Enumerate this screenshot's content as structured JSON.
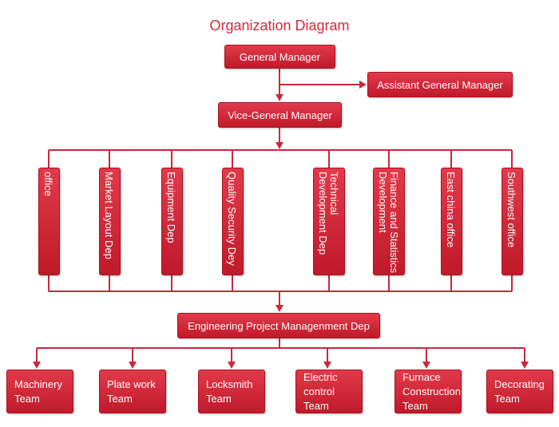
{
  "title": "Organization Diagram",
  "nodes": {
    "general_manager": "General Manager",
    "assistant_general_manager": "Assistant General Manager",
    "vice_general_manager": "Vice-General Manager",
    "departments": [
      "office",
      "Market Layout Dep",
      "Equipment Dep",
      "Quality Security Dey",
      "Technical Development Dep",
      "Finance and Statistics Development",
      "East china office",
      "Southwest office"
    ],
    "engineering_dep": "Engineering Project Managenment Dep",
    "teams": [
      "Machinery Team",
      "Plate work Team",
      "Locksmith Team",
      "Electric control Team",
      "Furnace Construction Team",
      "Decorating Team"
    ]
  },
  "colors": {
    "box": "#d42a3a",
    "line": "#c8283a",
    "title": "#d22a3a",
    "text": "#ffffff"
  }
}
